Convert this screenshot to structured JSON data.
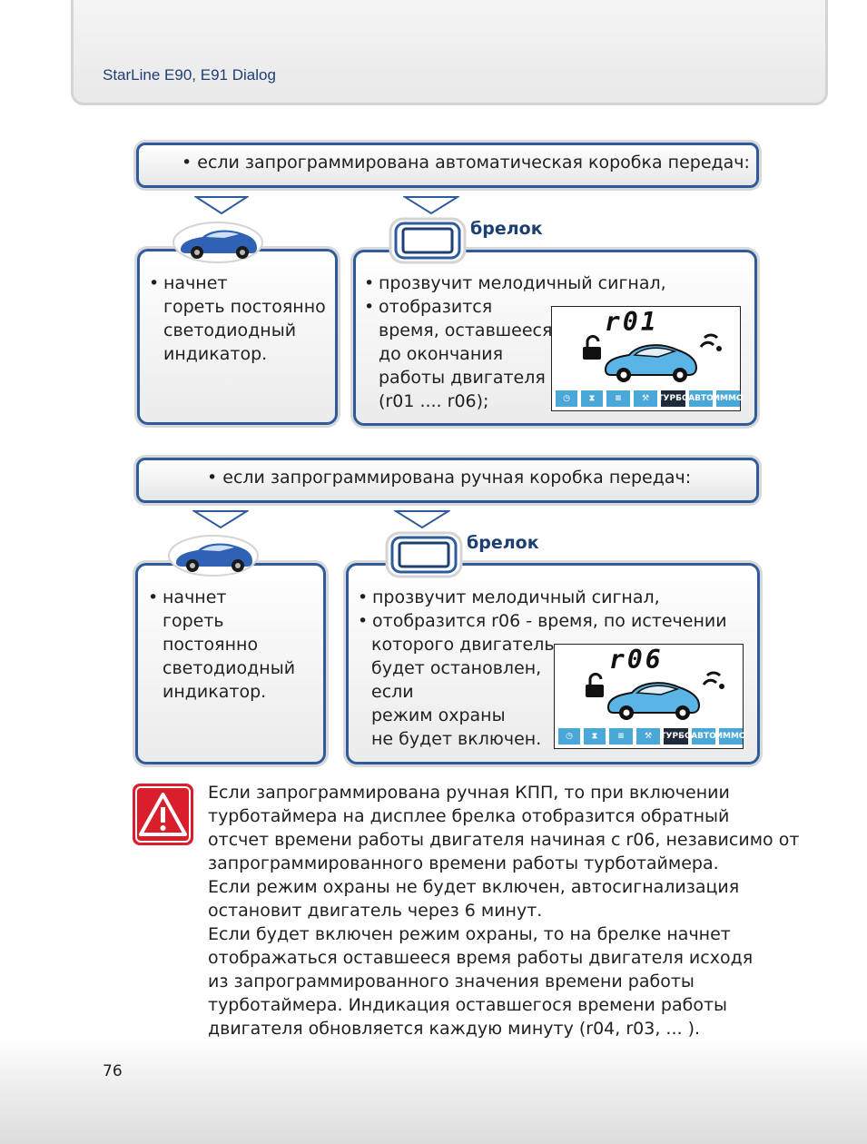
{
  "header": {
    "title": "StarLine E90, E91 Dialog"
  },
  "section_auto": {
    "title": "если запрограммирована автоматическая коробка передач:",
    "fob_label": "брелок",
    "car_lines": [
      "начнет",
      "гореть постоянно",
      "светодиодный",
      "индикатор."
    ],
    "fob_lines": [
      "прозвучит мелодичный сигнал,",
      "отобразится",
      "время, оставшееся",
      "до окончания",
      "работы двигателя",
      "(r01 .... r06);"
    ],
    "lcd_code": "r01"
  },
  "section_manual": {
    "title": "если запрограммирована ручная коробка передач:",
    "fob_label": "брелок",
    "car_lines": [
      "начнет",
      "гореть",
      "постоянно",
      "светодиодный",
      "индикатор."
    ],
    "fob_lines": [
      "прозвучит мелодичный сигнал,",
      "отобразится r06  -  время, по истечении",
      "которого двигатель",
      "будет остановлен,",
      "если",
      "режим охраны",
      "не будет включен."
    ],
    "lcd_code": "r06"
  },
  "lcd_icons": [
    "clock-icon",
    "hourglass-icon",
    "heater-icon",
    "wrench-icon",
    "ТУРБО",
    "АВТО",
    "ИММО"
  ],
  "note": {
    "lines": [
      "Если запрограммирована ручная КПП, то при включении",
      "турботаймера на дисплее брелка отобразится обратный",
      "отсчет времени работы двигателя начиная с r06, независимо от",
      "запрограммированного времени работы турботаймера.",
      "Если режим охраны не будет включен, автосигнализация",
      "остановит двигатель через 6 минут.",
      "Если будет включен режим охраны, то на брелке начнет",
      "отображаться оставшееся время работы двигателя исходя",
      "из запрограммированного значения времени работы",
      "турботаймера. Индикация оставшегося времени работы",
      "двигателя обновляется каждую минуту (r04, r03,  ... )."
    ]
  },
  "page_number": "76",
  "colors": {
    "frame": "#2e5b9c",
    "accent_dark": "#1d3f72",
    "warning": "#d91f2b",
    "lcd_icon": "#4aa8d8"
  }
}
